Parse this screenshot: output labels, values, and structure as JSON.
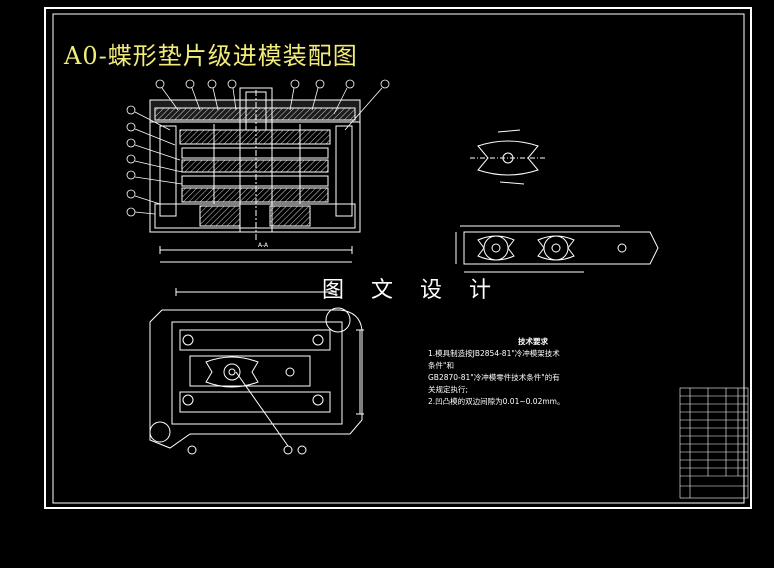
{
  "drawing": {
    "title": "A0-蝶形垫片级进模装配图",
    "watermark": "图 文 设 计",
    "section_label": "A-A"
  },
  "technical_requirements": {
    "title": "技术要求",
    "lines": [
      "1.模具制造按JB2854-81\"冷冲模架技术",
      "条件\"和",
      "GB2870-81\"冷冲模零件技术条件\"的有",
      "关规定执行;",
      "2.凹凸模的双边间隙为0.01~0.02mm。"
    ]
  },
  "colors": {
    "background": "#000000",
    "frame": "#ffffff",
    "lines": "#ffffff",
    "title": "#f2ec7a"
  }
}
